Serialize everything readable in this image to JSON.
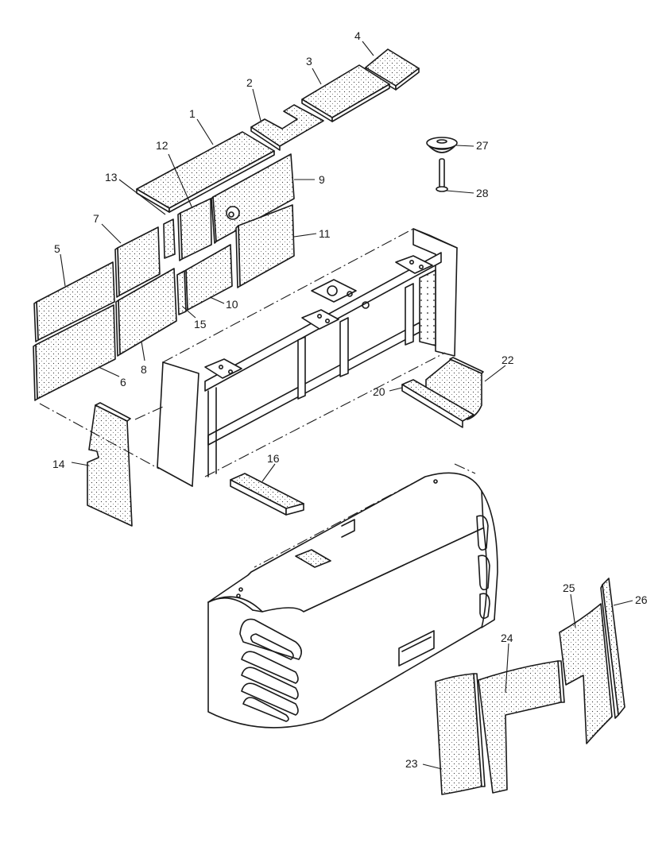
{
  "diagram": {
    "callouts": [
      {
        "id": "1",
        "text": "1"
      },
      {
        "id": "2",
        "text": "2"
      },
      {
        "id": "3",
        "text": "3"
      },
      {
        "id": "4",
        "text": "4"
      },
      {
        "id": "5",
        "text": "5"
      },
      {
        "id": "6",
        "text": "6"
      },
      {
        "id": "7",
        "text": "7"
      },
      {
        "id": "8",
        "text": "8"
      },
      {
        "id": "9",
        "text": "9"
      },
      {
        "id": "10",
        "text": "10"
      },
      {
        "id": "11",
        "text": "11"
      },
      {
        "id": "12",
        "text": "12"
      },
      {
        "id": "13",
        "text": "13"
      },
      {
        "id": "14",
        "text": "14"
      },
      {
        "id": "15",
        "text": "15"
      },
      {
        "id": "16",
        "text": "16"
      },
      {
        "id": "20",
        "text": "20"
      },
      {
        "id": "22",
        "text": "22"
      },
      {
        "id": "23",
        "text": "23"
      },
      {
        "id": "24",
        "text": "24"
      },
      {
        "id": "25",
        "text": "25"
      },
      {
        "id": "26",
        "text": "26"
      },
      {
        "id": "27",
        "text": "27"
      },
      {
        "id": "28",
        "text": "28"
      }
    ]
  }
}
